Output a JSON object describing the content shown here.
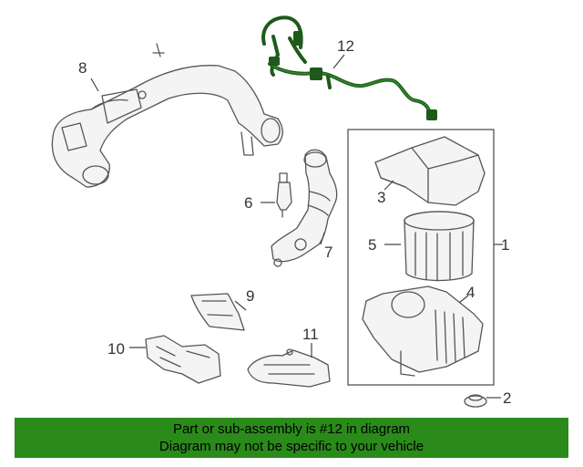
{
  "callouts": {
    "c1": "1",
    "c2": "2",
    "c3": "3",
    "c4": "4",
    "c5": "5",
    "c6": "6",
    "c7": "7",
    "c8": "8",
    "c9": "9",
    "c10": "10",
    "c11": "11",
    "c12": "12"
  },
  "banner": {
    "line1": "Part or sub-assembly is #12 in diagram",
    "line2": "Diagram may not be specific to your vehicle"
  },
  "colors": {
    "banner_bg": "#2a8a1a",
    "highlight_part": "#1f5a1a"
  }
}
